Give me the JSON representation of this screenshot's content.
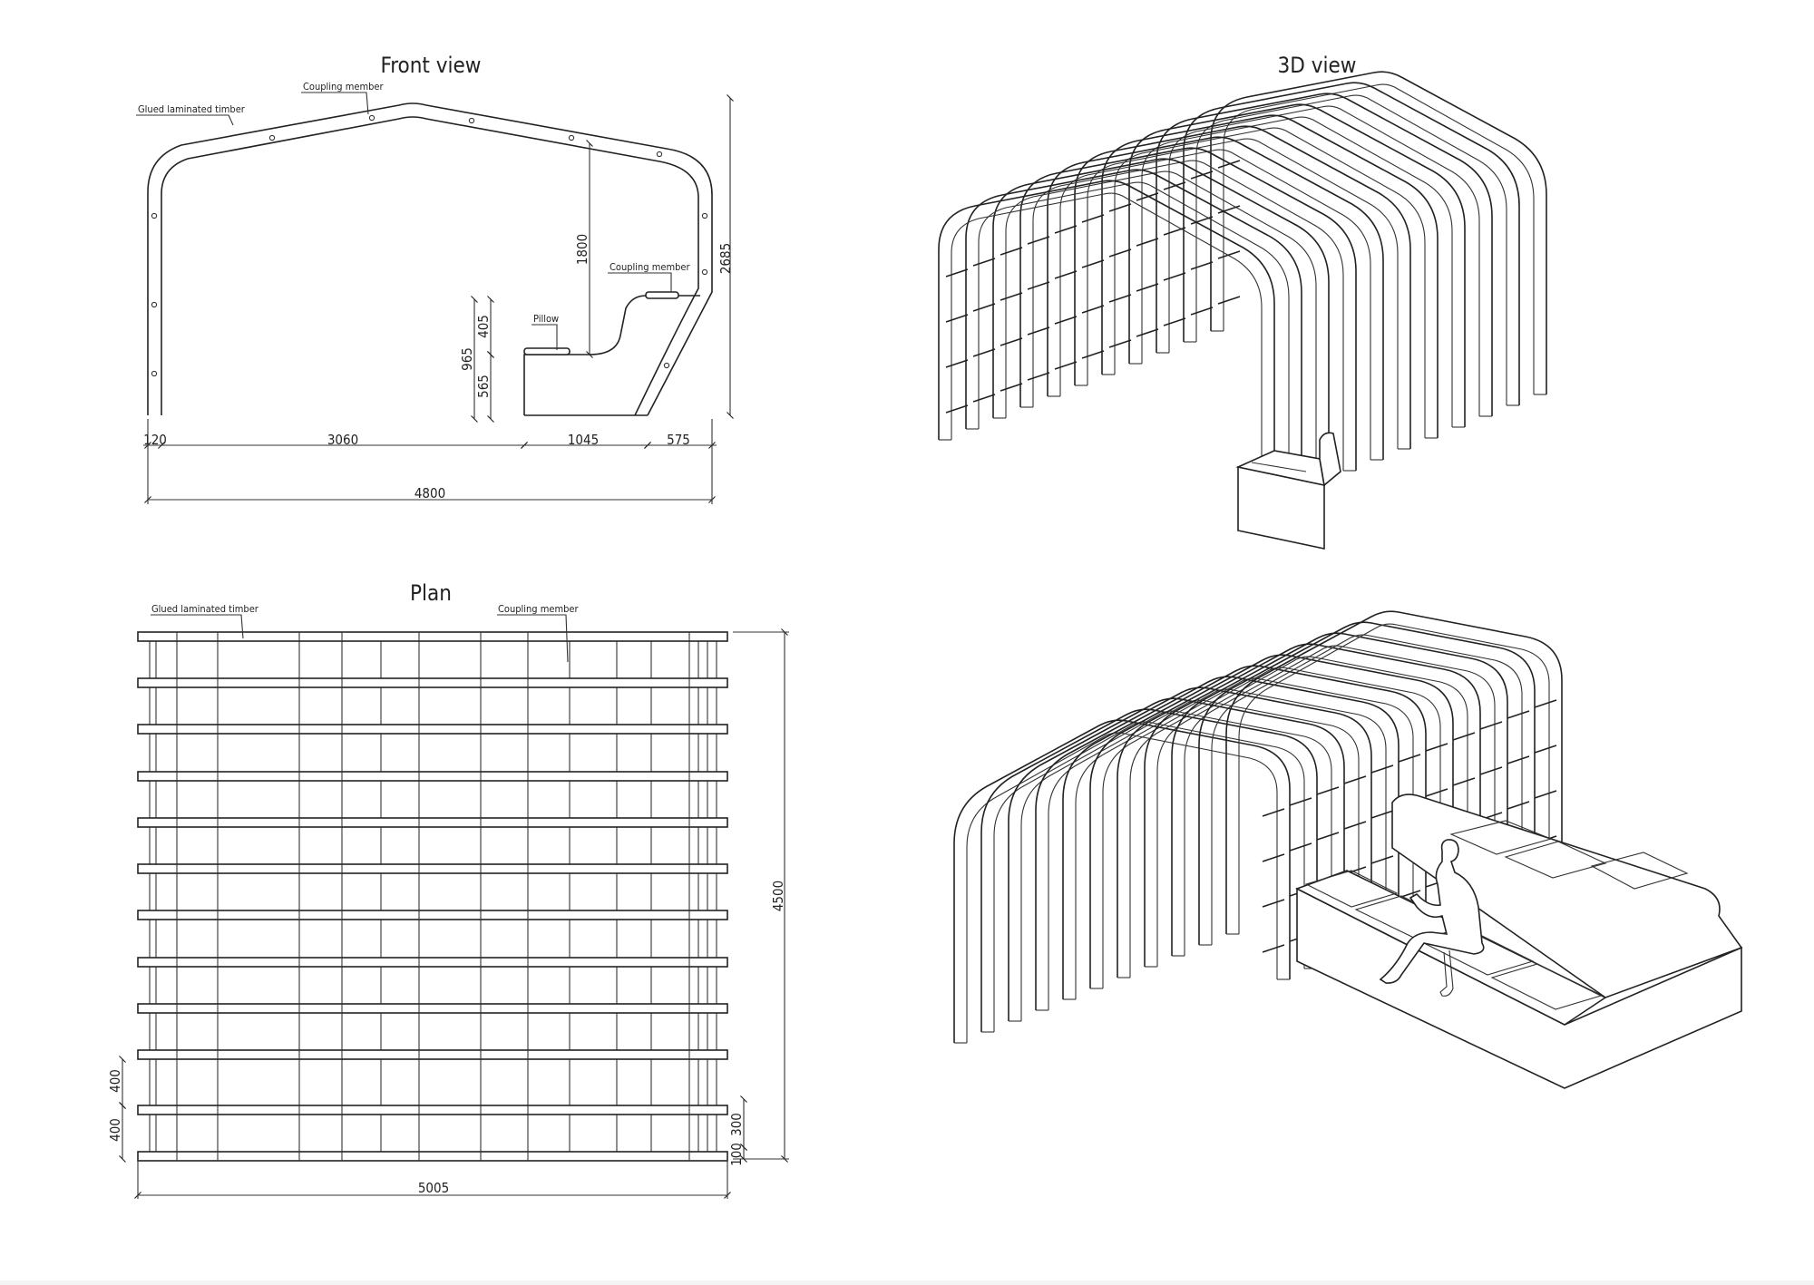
{
  "front_view": {
    "title": "Front view",
    "labels": {
      "glued_laminated_timber": "Glued laminated timber",
      "coupling_member_top": "Coupling member",
      "coupling_member_seat": "Coupling member",
      "pillow": "Pillow"
    },
    "dimensions": {
      "overall_height": "2685",
      "backrest_height": "1800",
      "seat_total": "965",
      "seat_upper": "405",
      "seat_lower": "565",
      "wall": "120",
      "opening": "3060",
      "seat_depth": "1045",
      "edge": "575",
      "overall_width": "4800"
    }
  },
  "plan": {
    "title": "Plan",
    "labels": {
      "glued_laminated_timber": "Glued laminated timber",
      "coupling_member": "Coupling member"
    },
    "dimensions": {
      "overall_depth": "4500",
      "overall_length": "5005",
      "spacing_a": "400",
      "spacing_b": "400",
      "end_a": "100",
      "end_b": "300"
    }
  },
  "iso_view": {
    "title": "3D view"
  }
}
